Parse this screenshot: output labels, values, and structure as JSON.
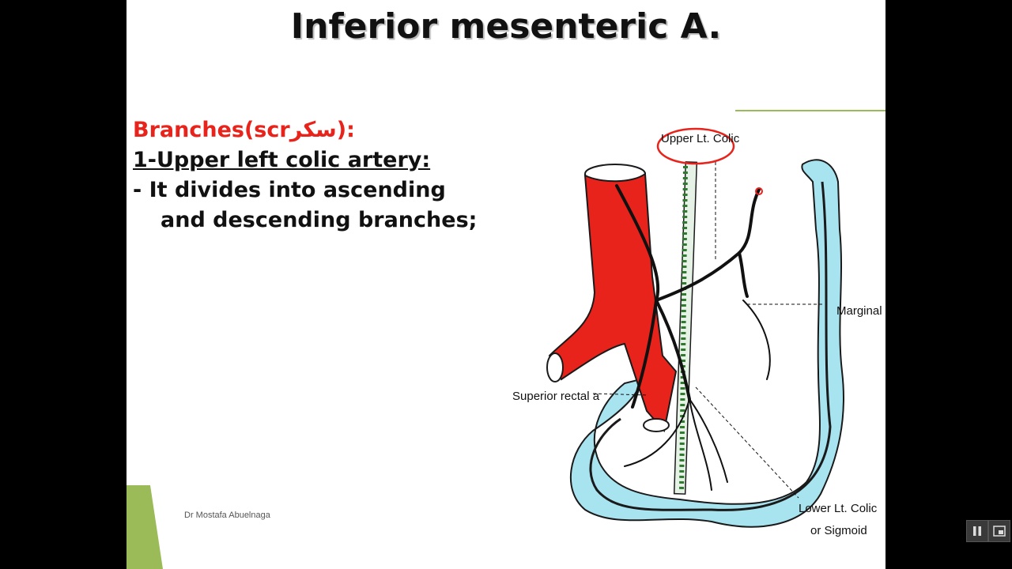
{
  "slide": {
    "title": "Inferior mesenteric A.",
    "lines": {
      "branches_prefix": "Branches(scr",
      "branches_arabic": "سكر",
      "branches_suffix": "):",
      "heading": "1-Upper left colic artery:",
      "line1": "- It divides into ascending",
      "line2": "and descending branches;"
    },
    "author": "Dr Mostafa Abuelnaga"
  },
  "diagram": {
    "labels": {
      "upper": "Upper Lt. Colic",
      "marginal": "Marginal ar",
      "superior_rectal": "Superior rectal a",
      "lower_1": "Lower Lt. Colic",
      "lower_2": "or Sigmoid"
    }
  },
  "controls": {
    "pause_icon": "pause-icon",
    "screen_icon": "picture-in-picture-icon"
  },
  "colors": {
    "red": "#e8231b",
    "colon": "#a8e4f0",
    "accent_green": "#9bbb59"
  }
}
